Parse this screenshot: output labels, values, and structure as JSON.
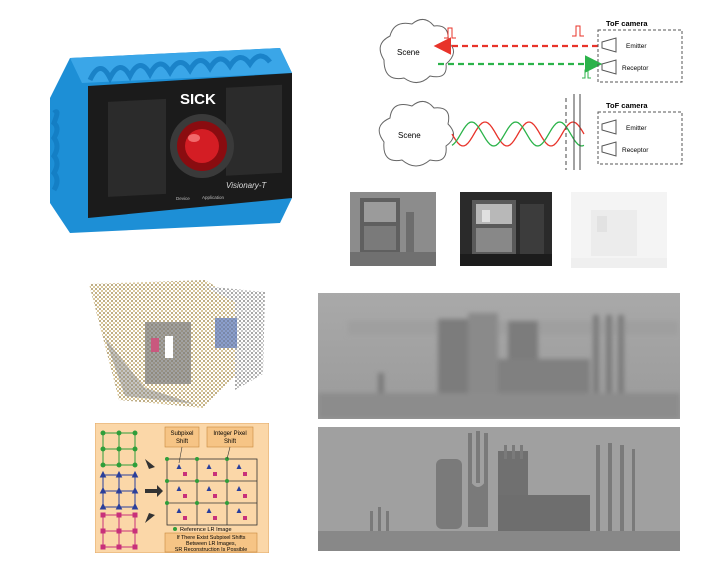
{
  "camera_photo": {
    "brand": "SICK",
    "model": "Visionary-T",
    "small_labels": [
      "Device",
      "Application"
    ]
  },
  "tof_diagram": {
    "scene_label": "Scene",
    "camera_title": "ToF camera",
    "emitter_label": "Emitter",
    "receptor_label": "Receptor",
    "colors": {
      "outgoing": "#e8332a",
      "returning": "#2bb34a"
    }
  },
  "sr_diagram": {
    "subpixel_label": [
      "Subpixel",
      "Shift"
    ],
    "integer_label": [
      "Integer Pixel",
      "Shift"
    ],
    "reference_label": "Reference LR Image",
    "note_lines": [
      "If There Exist Subpixel Shifts",
      "Between LR Images,",
      "SR Reconstruction Is Possible"
    ],
    "colors": {
      "panel": "#fbd7a8",
      "note": "#f6c485",
      "grid_green": "#2f9e3a",
      "grid_blue": "#2a3f9b",
      "grid_magenta": "#c8307a"
    }
  }
}
